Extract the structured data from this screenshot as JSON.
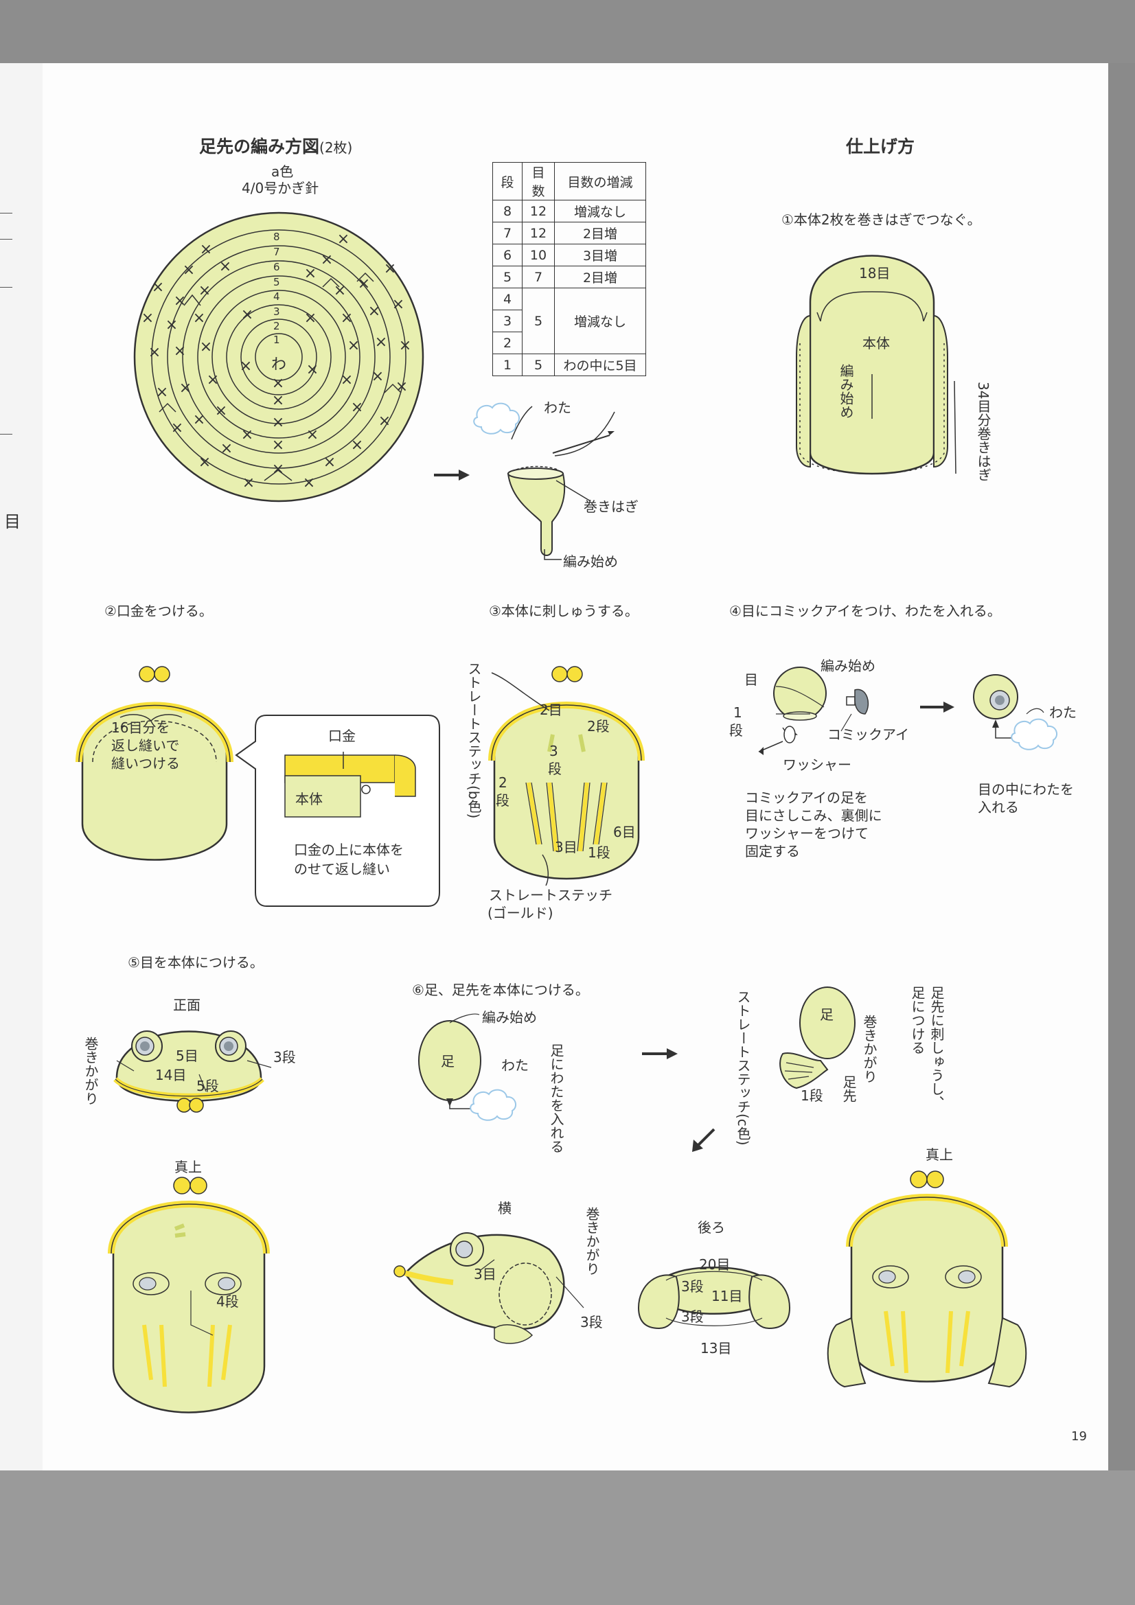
{
  "page_number": "19",
  "chart_title": "足先の編み方図",
  "chart_count": "(2枚)",
  "chart_color": "a色",
  "chart_hook": "4/0号かぎ針",
  "chart_center": "わ",
  "round_labels": [
    "1",
    "2",
    "3",
    "4",
    "5",
    "6",
    "7",
    "8"
  ],
  "table": {
    "headers": [
      "段",
      "目数",
      "目数の増減"
    ],
    "rows": [
      [
        "8",
        "12",
        "増減なし"
      ],
      [
        "7",
        "12",
        "2目増"
      ],
      [
        "6",
        "10",
        "3目増"
      ],
      [
        "5",
        "7",
        "2目増"
      ],
      [
        "4",
        "",
        ""
      ],
      [
        "3",
        "5",
        "増減なし"
      ],
      [
        "2",
        "",
        ""
      ],
      [
        "1",
        "5",
        "わの中に5目"
      ]
    ]
  },
  "toe": {
    "wata": "わた",
    "makihagi": "巻きはぎ",
    "start": "編み始め"
  },
  "finish": {
    "title": "仕上げ方",
    "step1": "①本体2枚を巻きはぎでつなぐ。",
    "width": "18目",
    "body": "本体",
    "start": "編み始め",
    "side": "34目分巻きはぎ"
  },
  "step2": {
    "title": "②口金をつける。",
    "note": [
      "16目分を",
      "返し縫いで",
      "縫いつける"
    ],
    "kuchigane": "口金",
    "body": "本体",
    "caption": [
      "口金の上に本体を",
      "のせて返し縫い"
    ]
  },
  "step3": {
    "title": "③本体に刺しゅうする。",
    "stitch_b": "ストレートステッチ(b色)",
    "l_2me": "2目",
    "l_2dan_a": "2段",
    "l_3dan": [
      "3",
      "段"
    ],
    "l_2dan_b": [
      "2",
      "段"
    ],
    "l_6me": "6目",
    "l_3me": "3目",
    "l_1dan": "1段",
    "stitch_gold": [
      "ストレートステッチ",
      "(ゴールド)"
    ]
  },
  "step4": {
    "title": "④目にコミックアイをつけ、わたを入れる。",
    "eye": "目",
    "start": "編み始め",
    "dan": [
      "1",
      "段"
    ],
    "comic_eye": "コミックアイ",
    "washer": "ワッシャー",
    "desc": [
      "コミックアイの足を",
      "目にさしこみ、裏側に",
      "ワッシャーをつけて",
      "固定する"
    ],
    "wata": "わた",
    "desc2": [
      "目の中にわたを",
      "入れる"
    ]
  },
  "step5": {
    "title": "⑤目を本体につける。",
    "front": "正面",
    "makikagari": "巻きかがり",
    "l_5me": "5目",
    "l_14me": "14目",
    "l_5dan": "5段",
    "l_3dan": "3段",
    "top": "真上",
    "l_4dan": "4段"
  },
  "step6": {
    "title": "⑥足、足先を本体につける。",
    "start": "編み始め",
    "leg": "足",
    "wata": "わた",
    "stuff": "足にわたを入れる",
    "stitch_c": "ストレートステッチ(c色)",
    "makikagari": "巻きかがり",
    "toe": "足先",
    "dan1": "1段",
    "embroider": [
      "足先に刺しゅうし、",
      "足につける"
    ],
    "side": "横",
    "l_3me": "3目",
    "side_3dan": "3段",
    "back": "後ろ",
    "l_20me": "20目",
    "l_3dan_a": "3段",
    "l_11me": "11目",
    "l_3dan_b": "3段",
    "l_13me": "13目",
    "top": "真上"
  },
  "colors": {
    "body_fill": "#e8efb0",
    "frame_yellow": "#f7e03b",
    "ink": "#333333",
    "cotton": "#9cc8e8"
  }
}
